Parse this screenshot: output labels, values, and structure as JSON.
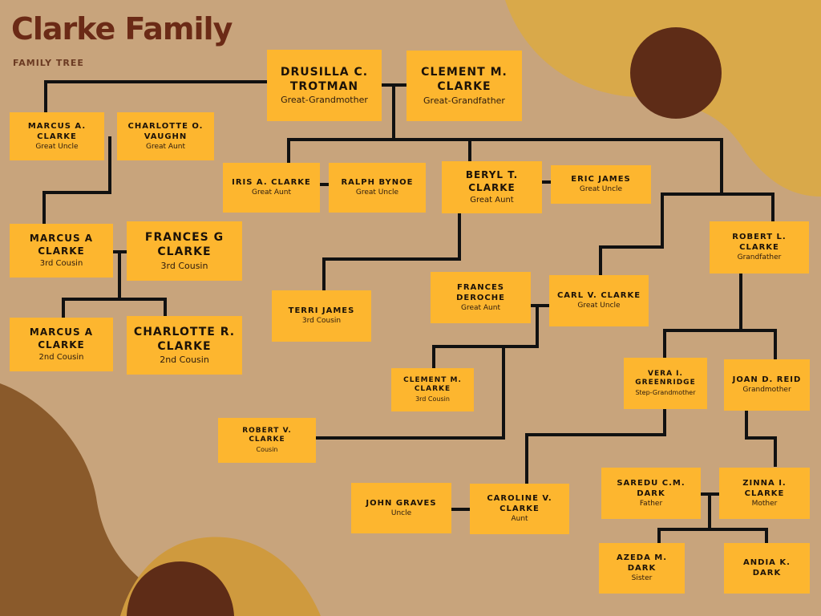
{
  "header": {
    "title": "Clarke Family",
    "subtitle": "FAMILY TREE"
  },
  "colors": {
    "background": "#c8a47c",
    "box": "#fdb62f",
    "line": "#111111",
    "title": "#6b2a16",
    "dark_blob": "#5e2c17",
    "gold_blob": "#d9a94a"
  },
  "people": {
    "drusilla": {
      "name": "DRUSILLA C. TROTMAN",
      "role": "Great-Grandmother"
    },
    "clement_sr": {
      "name": "CLEMENT M. CLARKE",
      "role": "Great-Grandfather"
    },
    "marcus_ga": {
      "name": "MARCUS A. CLARKE",
      "role": "Great Uncle"
    },
    "charlotte_v": {
      "name": "CHARLOTTE O. VAUGHN",
      "role": "Great Aunt"
    },
    "iris": {
      "name": "IRIS A. CLARKE",
      "role": "Great Aunt"
    },
    "ralph": {
      "name": "RALPH BYNOE",
      "role": "Great Uncle"
    },
    "beryl": {
      "name": "BERYL T. CLARKE",
      "role": "Great Aunt"
    },
    "eric": {
      "name": "ERIC JAMES",
      "role": "Great Uncle"
    },
    "marcus_3c": {
      "name": "MARCUS A CLARKE",
      "role": "3rd Cousin"
    },
    "frances_g": {
      "name": "FRANCES G CLARKE",
      "role": "3rd Cousin"
    },
    "robert_l": {
      "name": "ROBERT L. CLARKE",
      "role": "Grandfather"
    },
    "terri": {
      "name": "TERRI JAMES",
      "role": "3rd Cousin"
    },
    "frances_d": {
      "name": "FRANCES DEROCHE",
      "role": "Great Aunt"
    },
    "carl": {
      "name": "CARL V. CLARKE",
      "role": "Great Uncle"
    },
    "marcus_2c": {
      "name": "MARCUS A CLARKE",
      "role": "2nd Cousin"
    },
    "charlotte_r": {
      "name": "CHARLOTTE R. CLARKE",
      "role": "2nd Cousin"
    },
    "clement_3c": {
      "name": "CLEMENT M. CLARKE",
      "role": "3rd Cousin"
    },
    "vera": {
      "name": "VERA I. GREENRIDGE",
      "role": "Step-Grandmother"
    },
    "joan": {
      "name": "JOAN D. REID",
      "role": "Grandmother"
    },
    "robert_v": {
      "name": "ROBERT V. CLARKE",
      "role": "Cousin"
    },
    "john": {
      "name": "JOHN GRAVES",
      "role": "Uncle"
    },
    "caroline": {
      "name": "CAROLINE V. CLARKE",
      "role": "Aunt"
    },
    "saredu": {
      "name": "SAREDU C.M. DARK",
      "role": "Father"
    },
    "zinna": {
      "name": "ZINNA I. CLARKE",
      "role": "Mother"
    },
    "azeda": {
      "name": "AZEDA M. DARK",
      "role": "Sister"
    },
    "andia": {
      "name": "ANDIA K. DARK",
      "role": ""
    }
  }
}
